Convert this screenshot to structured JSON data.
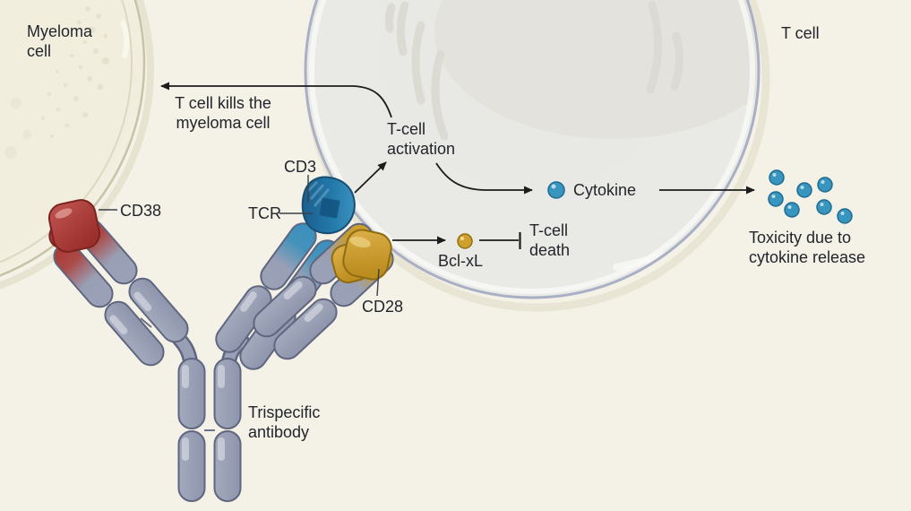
{
  "labels": {
    "myeloma_cell": "Myeloma cell",
    "t_cell": "T cell",
    "kill_text": "T cell kills the myeloma cell",
    "activation": "T-cell activation",
    "cytokine": "Cytokine",
    "toxicity": "Toxicity due to cytokine release",
    "bclxl": "Bcl-xL",
    "t_cell_death": "T-cell death",
    "cd38": "CD38",
    "cd3": "CD3",
    "tcr": "TCR",
    "cd28": "CD28",
    "trispecific_antibody": "Trispecific antibody"
  },
  "counts": {
    "cytokine_cluster_dots": 7
  },
  "colors": {
    "background": "#f4f1e7",
    "text": "#22252b",
    "arrow": "#1c1c1c",
    "myeloma_fill": "#f1eedd",
    "myeloma_border": "#c8c3a6",
    "tcell_fill": "#e9e9e6",
    "tcell_border": "#a9afc4",
    "tcell_nucleus": "#e3e2dc",
    "antibody_gray": "#99a0b6",
    "antibody_outline": "#5f6680",
    "cd38_red": "#a93835",
    "tcr_blue": "#2278a8",
    "cd28_gold": "#cfa02f",
    "cytokine_blue": "#3795be"
  }
}
